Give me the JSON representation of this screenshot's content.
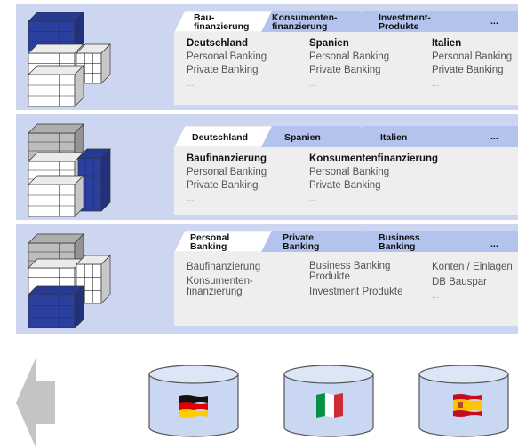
{
  "rows": [
    {
      "tabs": [
        "Bau-\nfinanzierung",
        "Konsumenten-\nfinanzierung",
        "Investment-\nProdukte",
        "..."
      ],
      "columns": [
        {
          "heading": "Deutschland",
          "items": [
            "Personal Banking",
            "Private Banking",
            "..."
          ]
        },
        {
          "heading": "Spanien",
          "items": [
            "Personal Banking",
            "Private Banking",
            "..."
          ]
        },
        {
          "heading": "Italien",
          "items": [
            "Personal Banking",
            "Private Banking",
            "..."
          ]
        }
      ]
    },
    {
      "tabs": [
        "Deutschland",
        "Spanien",
        "Italien",
        "..."
      ],
      "columns": [
        {
          "heading": "Baufinanzierung",
          "items": [
            "Personal Banking",
            "Private Banking",
            "..."
          ]
        },
        {
          "heading": "Konsumentenfinanzierung",
          "items": [
            "Personal Banking",
            "Private Banking",
            "..."
          ]
        }
      ]
    },
    {
      "tabs": [
        "Personal\nBanking",
        "Private\nBanking",
        "Business\nBanking",
        "..."
      ],
      "columns": [
        {
          "heading": "",
          "items": [
            "Baufinanzierung",
            "Konsumenten-\nfinanzierung"
          ]
        },
        {
          "heading": "",
          "items": [
            "Business Banking\nProdukte",
            "Investment Produkte"
          ]
        },
        {
          "heading": "",
          "items": [
            "Konten / Einlagen",
            "DB Bauspar",
            "..."
          ]
        }
      ]
    }
  ],
  "databases": [
    {
      "flag": "germany-flag",
      "colors": [
        "#111111",
        "#dd0000",
        "#ffcc00"
      ]
    },
    {
      "flag": "italy-flag",
      "colors": [
        "#009246",
        "#ffffff",
        "#ce2b37"
      ]
    },
    {
      "flag": "spain-flag",
      "colors": [
        "#c60b1e",
        "#ffc400",
        "#c60b1e"
      ]
    }
  ],
  "colors": {
    "panel": "#ccd6f0",
    "content": "#eeeeee",
    "tab_active": "#ffffff",
    "tab_inactive": "#b3c3ee",
    "cube_highlight": "#2a3f9e",
    "cube_gray": "#bdbdbd",
    "cube_white": "#ffffff",
    "db_fill": "#c9d7f2",
    "arrow": "#c4c4c4"
  }
}
